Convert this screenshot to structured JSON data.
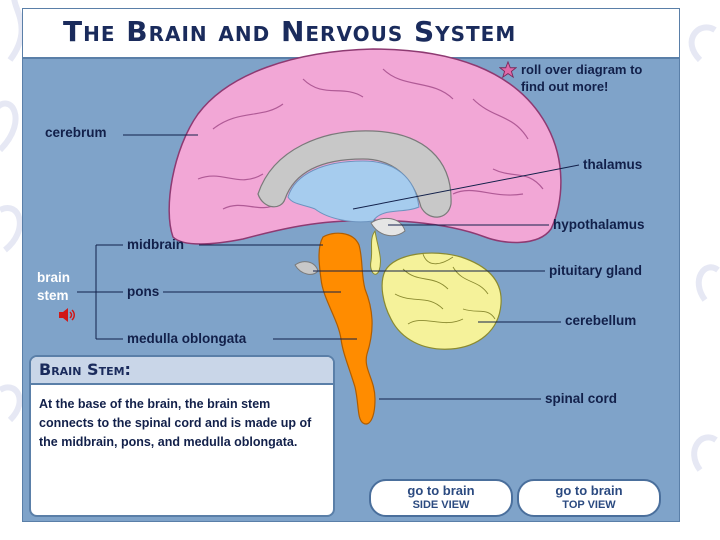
{
  "title": "The Brain and Nervous System",
  "hint": {
    "line1": "roll over diagram to",
    "line2": "find out more!"
  },
  "labels": {
    "cerebrum": "cerebrum",
    "thalamus": "thalamus",
    "hypothalamus": "hypothalamus",
    "midbrain": "midbrain",
    "pituitary": "pituitary gland",
    "pons": "pons",
    "cerebellum": "cerebellum",
    "medulla": "medulla oblongata",
    "spinal_cord": "spinal cord"
  },
  "brain_stem_label": {
    "line1": "brain",
    "line2": "stem"
  },
  "info": {
    "heading": "Brain Stem:",
    "text": "At the base of the brain, the brain stem connects to the spinal cord and is made up of the midbrain, pons, and medulla oblongata."
  },
  "buttons": {
    "side": {
      "line1": "go to brain",
      "line2": "SIDE VIEW"
    },
    "top": {
      "line1": "go to brain",
      "line2": "TOP VIEW"
    }
  },
  "colors": {
    "background": "#7fa3c9",
    "cerebrum": "#f2a7d6",
    "brain_stem": "#ff8c00",
    "cerebellum": "#f5f29a",
    "thalamus": "#c8c8c8",
    "ventricle": "#a6ccee"
  },
  "icons": [
    "star-icon",
    "speaker-icon"
  ]
}
